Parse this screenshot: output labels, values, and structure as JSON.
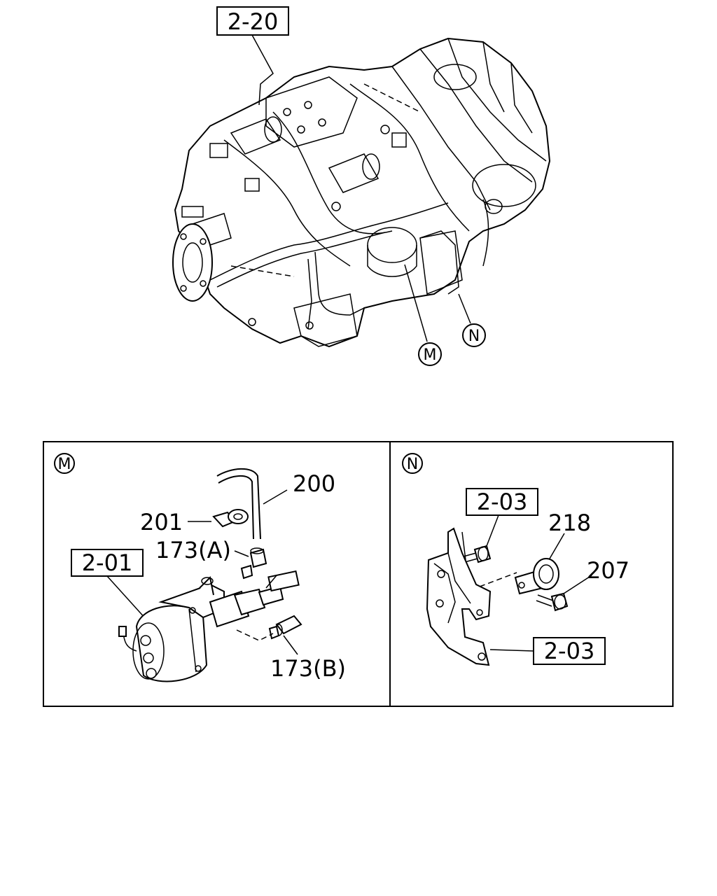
{
  "top_assembly": {
    "ref_box": "2-20",
    "callout_m": "M",
    "callout_n": "N"
  },
  "panel_m": {
    "tag": "M",
    "labels": {
      "p200": "200",
      "p201": "201",
      "p173a": "173(A)",
      "p173b": "173(B)",
      "ref_box": "2-01"
    }
  },
  "panel_n": {
    "tag": "N",
    "labels": {
      "ref_box_top": "2-03",
      "p218": "218",
      "p207": "207",
      "ref_box_bottom": "2-03"
    }
  }
}
